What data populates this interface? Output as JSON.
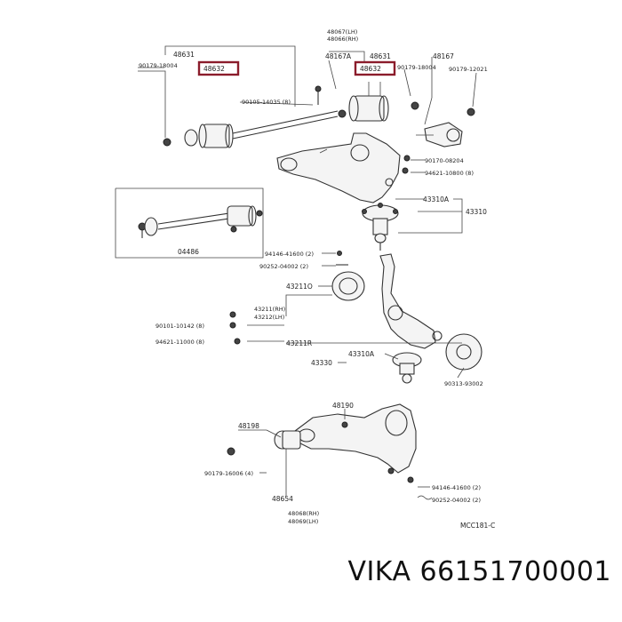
{
  "footer": {
    "brand": "VIKA",
    "part_number": "66151700001"
  },
  "highlight_color": "#8b1c2b",
  "labels": {
    "l_48067": "48067(LH)",
    "l_48066": "48066(RH)",
    "l_48631_left": "48631",
    "l_48632_left": "48632",
    "l_90179_18004_left": "90179-18004",
    "l_90105_14035": "90105-14035 (8)",
    "l_48167a": "48167A",
    "l_48631_right": "48631",
    "l_48632_right": "48632",
    "l_90179_18004_right": "90179-18004",
    "l_48167": "48167",
    "l_90179_12021": "90179-12021",
    "l_90170_08204": "90170-08204",
    "l_94621_10800": "94621-10800 (8)",
    "l_43310a_top": "43310A",
    "l_43310": "43310",
    "l_04486": "04486",
    "l_94146_41600_top": "94146-41600 (2)",
    "l_90252_04002_top": "90252-04002 (2)",
    "l_43211o": "43211O",
    "l_43211_rh": "43211(RH)",
    "l_43212_lh": "43212(LH)",
    "l_90101_10142": "90101-10142 (8)",
    "l_94621_11000": "94621-11000 (8)",
    "l_43211r": "43211R",
    "l_43310a_mid": "43310A",
    "l_43330": "43330",
    "l_90313_93002": "90313-93002",
    "l_48190": "48190",
    "l_48198": "48198",
    "l_90179_16006": "90179-16006 (4)",
    "l_48654": "48654",
    "l_48069_rh": "48068(RH)",
    "l_48069_lh": "48069(LH)",
    "l_94146_41600_bot": "94146-41600 (2)",
    "l_90252_04002_bot": "90252-04002 (2)",
    "l_code": "MCC181-C"
  }
}
